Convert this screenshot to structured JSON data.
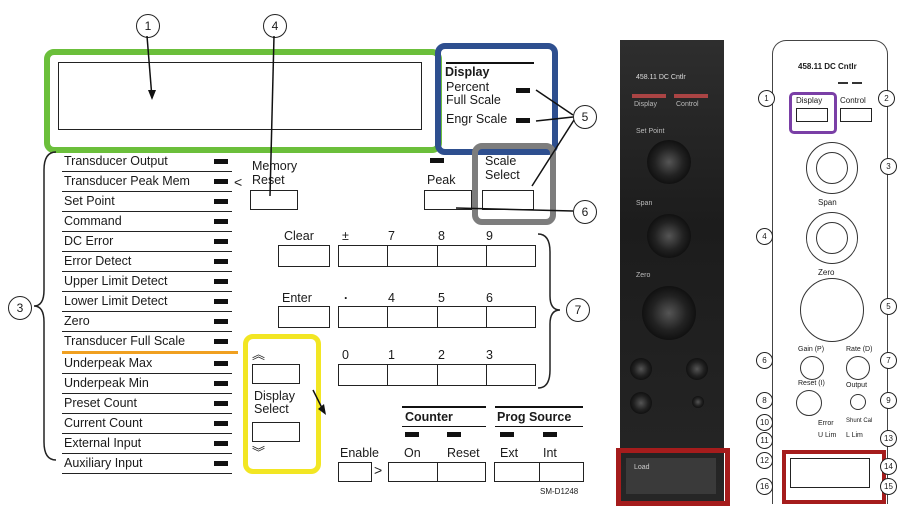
{
  "callouts": [
    "1",
    "2",
    "3",
    "4",
    "5",
    "6",
    "7",
    "8",
    "9",
    "10",
    "11",
    "12",
    "13",
    "14",
    "15",
    "16"
  ],
  "display": {
    "title": "Display",
    "percent_full_scale": "Percent\nFull Scale",
    "engr_scale": "Engr Scale"
  },
  "memory_reset": "Memory\nReset",
  "peak": "Peak",
  "scale_select": "Scale\nSelect",
  "list_items": [
    "Transducer Output",
    "Transducer Peak Mem",
    "Set Point",
    "Command",
    "DC Error",
    "Error Detect",
    "Upper Limit Detect",
    "Lower Limit Detect",
    "Zero",
    "Transducer Full Scale",
    "Underpeak Max",
    "Underpeak Min",
    "Preset Count",
    "Current Count",
    "External Input",
    "Auxiliary Input"
  ],
  "keypad": {
    "clear": "Clear",
    "enter": "Enter",
    "row1": [
      "±",
      "7",
      "8",
      "9"
    ],
    "row2": [
      ".",
      "4",
      "5",
      "6"
    ],
    "row3": [
      "0",
      "1",
      "2",
      "3"
    ]
  },
  "display_select": "Display\nSelect",
  "counter": {
    "title": "Counter",
    "on": "On",
    "reset": "Reset"
  },
  "prog_source": {
    "title": "Prog Source",
    "ext": "Ext",
    "int": "Int"
  },
  "enable": "Enable",
  "drawing_code": "SM-D1248",
  "arrow_glyph": "<",
  "enable_arrow": ">",
  "up_chevron": "︽",
  "down_chevron": "︾",
  "photo": {
    "model": "458.11 DC Cntlr",
    "display": "Display",
    "control": "Control",
    "set_point": "Set Point",
    "span": "Span",
    "zero": "Zero",
    "load": "Load"
  },
  "drawing": {
    "model": "458.11 DC Cntlr",
    "display": "Display",
    "control": "Control",
    "span": "Span",
    "zero": "Zero",
    "gain": "Gain (P)",
    "rate": "Rate (D)",
    "reset": "Reset (I)",
    "output": "Output",
    "error": "Error",
    "shunt": "Shunt Cal",
    "ulim": "U Lim",
    "llim": "L Lim"
  },
  "colors": {
    "green": "#6bbf3b",
    "blue": "#2e4f8f",
    "gray": "#7d7d7d",
    "yellow": "#f2e623",
    "orange": "#f0a020",
    "purple": "#7a3fa6",
    "red": "#a51c1c"
  }
}
